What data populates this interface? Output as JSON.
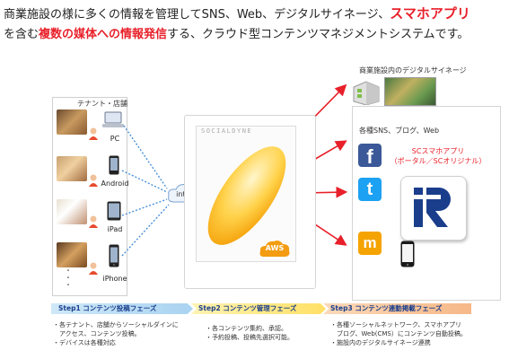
{
  "headline": {
    "line1_prefix": "商業施設の様に多くの情報を管理してSNS、Web、デジタルサイネージ、",
    "line1_highlight": "スマホアプリ",
    "line2_prefix": "を含む",
    "line2_highlight": "複数の媒体への情報発信",
    "line2_suffix": "する、クラウド型コンテンツマネジメントシステムです。"
  },
  "left_panel": {
    "title": "テナント・店舗",
    "devices": [
      {
        "label": "PC",
        "icon": "pc-icon"
      },
      {
        "label": "Android",
        "icon": "smartphone-icon"
      },
      {
        "label": "iPad",
        "icon": "tablet-icon"
      },
      {
        "label": "iPhone",
        "icon": "smartphone-icon"
      }
    ],
    "dots": "・\n・\n・"
  },
  "cloud_label": "internet",
  "platform": {
    "brand": "SOCIALDYNE",
    "aws_label": "AWS"
  },
  "right_panel": {
    "signage_label": "商業施設内のデジタルサイネージ",
    "sns_label": "各種SNS、ブログ、Web",
    "app_label_line1": "SCスマホアプリ",
    "app_label_line2": "（ポータル／SCオリジナル）",
    "logo_text": "iR"
  },
  "steps": [
    {
      "title": "Step1 コンテンツ投稿フェーズ",
      "lines": [
        "・各テナント、店舗からソーシャルダインに",
        "　アクセス、コンテンツ投稿。",
        "・デバイスは各種対応"
      ]
    },
    {
      "title": "Step2 コンテンツ管理フェーズ",
      "lines": [
        "・各コンテンツ集約、承認。",
        "・予約投稿、投稿先選択可能。"
      ]
    },
    {
      "title": "Step3 コンテンツ連動掲載フェーズ",
      "lines": [
        "・各種ソーシャルネットワーク、スマホアプリ",
        "　ブログ、Web(CMS）にコンテンツ自動投稿。",
        "・施設内のデジタルサイネージ連携"
      ]
    }
  ],
  "colors": {
    "accent_red": "#e8202a",
    "step1": "#bfe0f5",
    "step2": "#ffe88a",
    "step3": "#f8c9a0",
    "facebook": "#3b5998",
    "twitter": "#1da1f2",
    "mixi": "#f5a300"
  }
}
